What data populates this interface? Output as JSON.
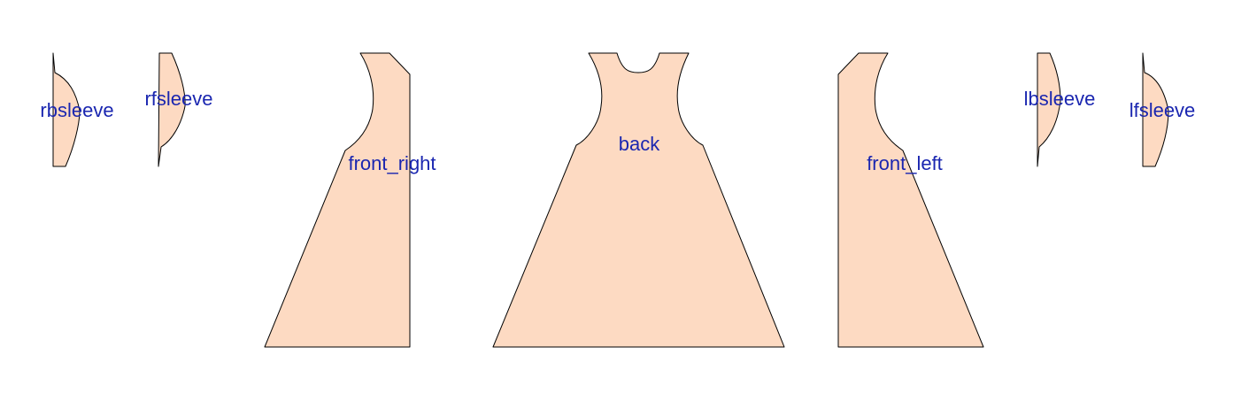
{
  "colors": {
    "piece_fill": "#fddac2",
    "piece_stroke": "#000000",
    "label_color": "#1a26b0"
  },
  "pieces": {
    "rbsleeve": "rbsleeve",
    "rfsleeve": "rfsleeve",
    "front_right": "front_right",
    "back": "back",
    "front_left": "front_left",
    "lbsleeve": "lbsleeve",
    "lfsleeve": "lfsleeve"
  }
}
